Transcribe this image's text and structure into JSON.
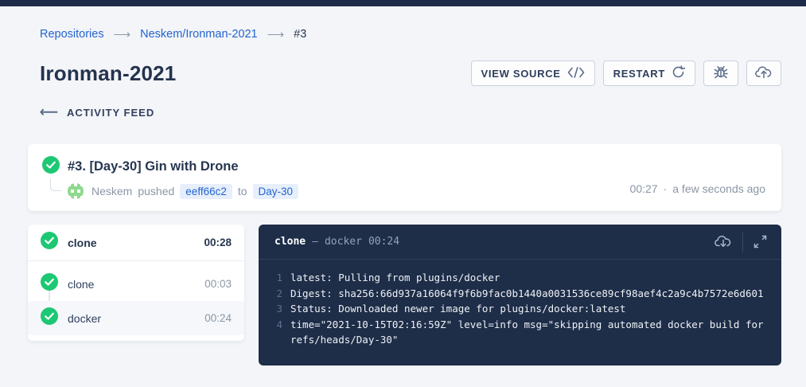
{
  "breadcrumb": {
    "separator": "⟶",
    "items": [
      {
        "label": "Repositories"
      },
      {
        "label": "Neskem/Ironman-2021"
      },
      {
        "label": "#3"
      }
    ]
  },
  "header": {
    "title": "Ironman-2021",
    "view_source_label": "VIEW SOURCE",
    "restart_label": "RESTART"
  },
  "activity_feed": {
    "back_arrow": "⟵",
    "label": "ACTIVITY FEED"
  },
  "build_card": {
    "title": "#3. [Day-30] Gin with Drone",
    "author": "Neskem",
    "action": "pushed",
    "commit": "eeff66c2",
    "to_word": "to",
    "branch": "Day-30",
    "duration": "00:27",
    "dot": "·",
    "time_ago": "a few seconds ago"
  },
  "stages": {
    "header": {
      "name": "clone",
      "duration": "00:28"
    },
    "steps": [
      {
        "name": "clone",
        "duration": "00:03"
      },
      {
        "name": "docker",
        "duration": "00:24"
      }
    ]
  },
  "console": {
    "stage": "clone",
    "separator": "—",
    "step": "docker",
    "duration": "00:24",
    "lines": [
      {
        "n": "1",
        "text": "latest: Pulling from plugins/docker"
      },
      {
        "n": "2",
        "text": "Digest: sha256:66d937a16064f9f6b9fac0b1440a0031536ce89cf98aef4c2a9c4b7572e6d601"
      },
      {
        "n": "3",
        "text": "Status: Downloaded newer image for plugins/docker:latest"
      },
      {
        "n": "4",
        "text": "time=\"2021-10-15T02:16:59Z\" level=info msg=\"skipping automated docker build for refs/heads/Day-30\""
      }
    ]
  },
  "colors": {
    "accent_blue": "#2364d2",
    "success_green": "#1dc873",
    "console_bg": "#1e2d48",
    "topbar": "#1f2b48",
    "page_bg": "#f3f5f8"
  }
}
